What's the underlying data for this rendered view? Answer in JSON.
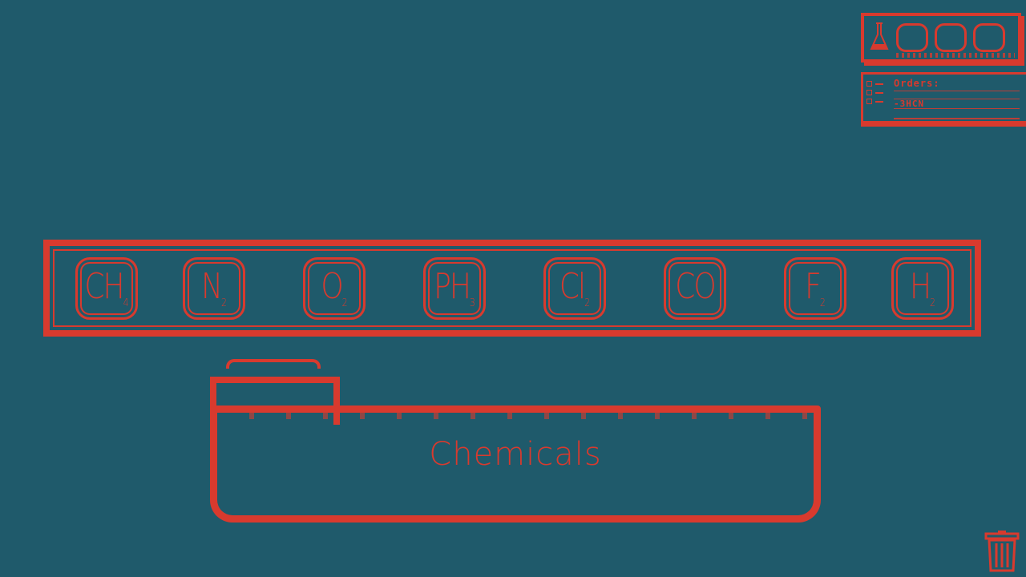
{
  "colors": {
    "background": "#1f5a6b",
    "accent": "#d83a2e"
  },
  "flask_panel": {
    "icon": "flask-icon",
    "slots": [
      "",
      "",
      ""
    ]
  },
  "orders": {
    "title": "Orders:",
    "items": [
      "-3HCN"
    ]
  },
  "chemicals": [
    {
      "symbol": "CH",
      "subscript": "4"
    },
    {
      "symbol": "N",
      "subscript": "2"
    },
    {
      "symbol": "O",
      "subscript": "2"
    },
    {
      "symbol": "PH",
      "subscript": "3"
    },
    {
      "symbol": "Cl",
      "subscript": "2"
    },
    {
      "symbol": "CO",
      "subscript": ""
    },
    {
      "symbol": "F",
      "subscript": "2"
    },
    {
      "symbol": "H",
      "subscript": "2"
    }
  ],
  "folder": {
    "title": "Chemicals"
  },
  "trash": {
    "icon": "trash-icon"
  }
}
